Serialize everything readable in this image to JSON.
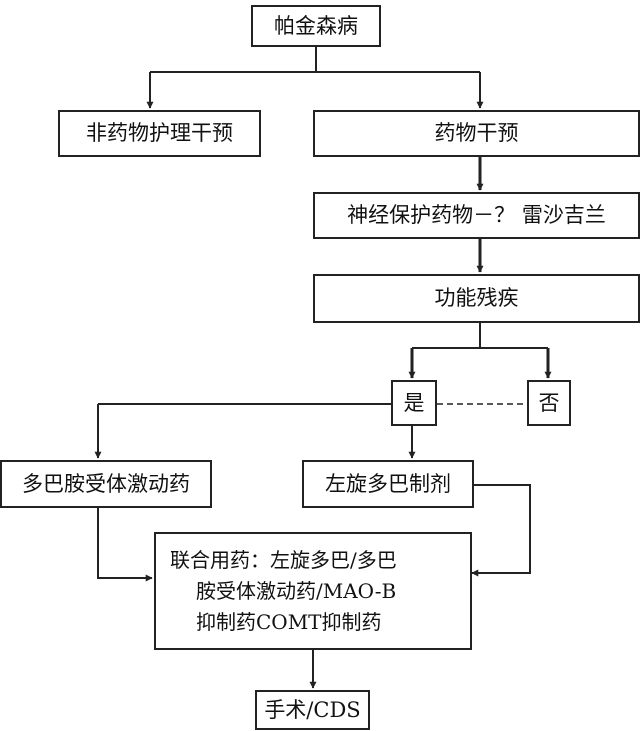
{
  "nodes": {
    "parkinsons": "帕金森病",
    "non_drug": "非药物护理干预",
    "drug": "药物干预",
    "neuroprotective": "神经保护药物－？ 雷沙吉兰",
    "disability": "功能残疾",
    "yes": "是",
    "no": "否",
    "dopamine_agonist": "多巴胺受体激动药",
    "levodopa": "左旋多巴制剂",
    "combination": {
      "line1": "联合用药：左旋多巴/多巴",
      "line2": "胺受体激动药/MAO-B",
      "line3": "抑制药COMT抑制药"
    },
    "surgery": "手术/CDS"
  }
}
